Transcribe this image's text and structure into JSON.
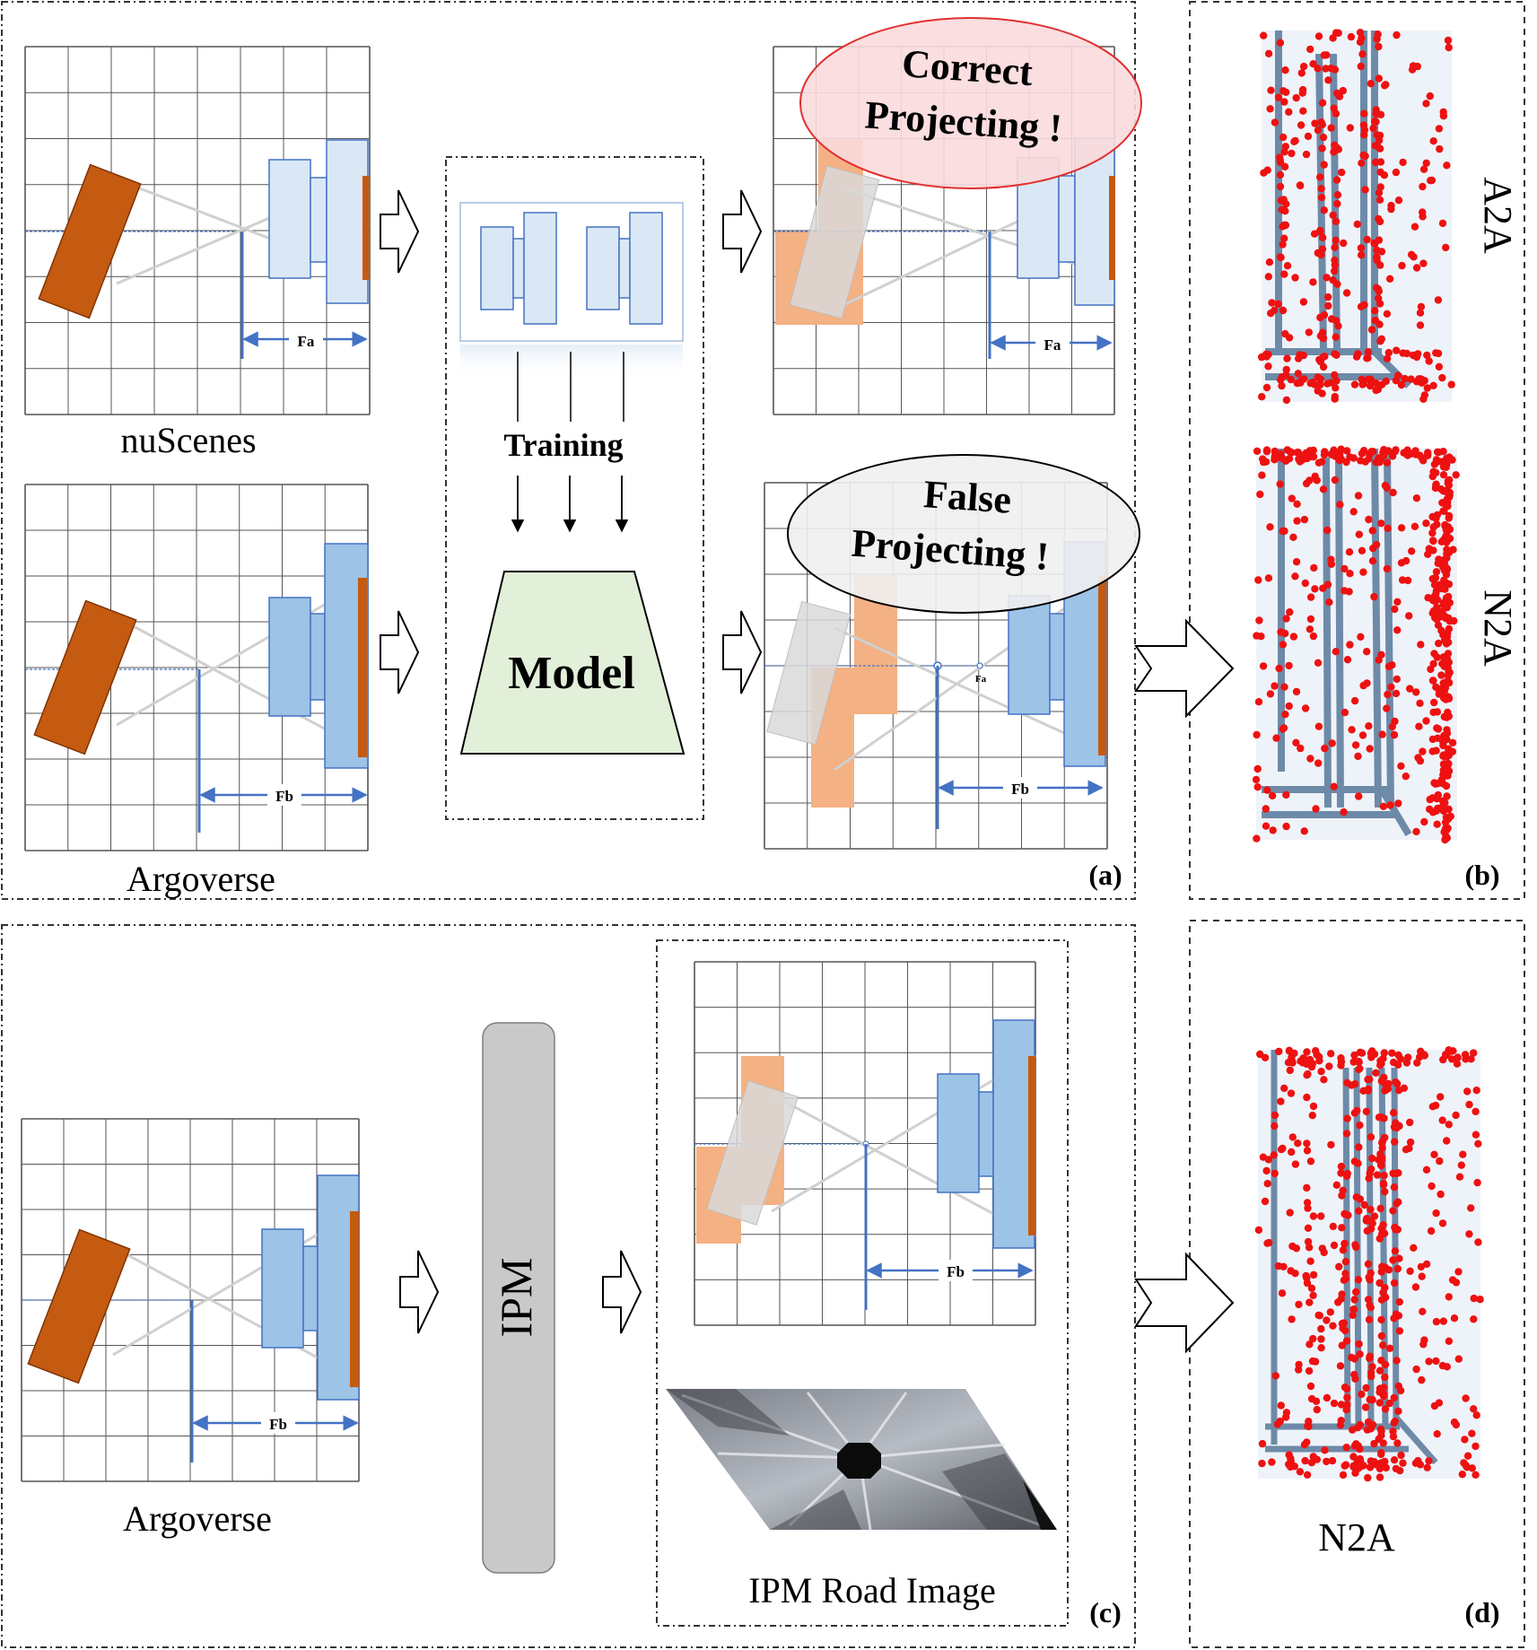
{
  "panel_a": {
    "nuscenes_label": "nuScenes",
    "argoverse_label": "Argoverse",
    "training_label": "Training",
    "model_label": "Model",
    "correct_label_line1": "Correct",
    "correct_label_line2": "Projecting !",
    "false_label_line1": "False",
    "false_label_line2": "Projecting !",
    "fa_label": "Fa",
    "fb_label": "Fb",
    "panel_letter": "(a)"
  },
  "panel_b": {
    "top_label": "A2A",
    "bottom_label": "N2A",
    "panel_letter": "(b)"
  },
  "panel_c": {
    "argoverse_label": "Argoverse",
    "ipm_label": "IPM",
    "ipm_road_label": "IPM Road Image",
    "fb_label": "Fb",
    "panel_letter": "(c)"
  },
  "panel_d": {
    "label": "N2A",
    "panel_letter": "(d)"
  },
  "colors": {
    "car": "#c55a11",
    "orange_fill": "#f4b183",
    "blue_fill": "#9dc3e6",
    "blue_pale": "#dae8f5",
    "blue_line": "#4472c4",
    "grid": "#404040",
    "model_fill": "#e2f0d9",
    "ipm_bar": "#c9c9c9",
    "correct_ellipse": "#fadadd",
    "correct_ellipse_stroke": "#e03030",
    "false_ellipse": "#f0f0f0",
    "map_point": "#ee1111",
    "map_lane": "#6d8aa8",
    "map_bg": "#eef3f9"
  }
}
